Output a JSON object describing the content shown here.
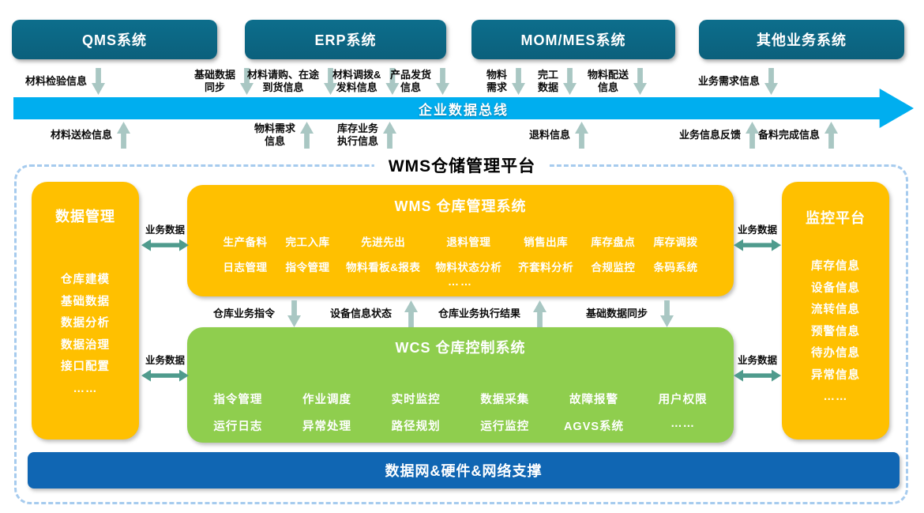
{
  "colors": {
    "teal": "#0D6E8C",
    "teal_dark": "#0B607C",
    "bus_blue": "#00AEEF",
    "orange": "#FFC000",
    "green": "#8FCE4E",
    "navy": "#1066B3",
    "arrow_light": "#A9C7C3",
    "arrow_dark": "#4F9B8D",
    "dash_blue": "#A6CBEE"
  },
  "top_systems": [
    "QMS系统",
    "ERP系统",
    "MOM/MES系统",
    "其他业务系统"
  ],
  "bus": {
    "label": "企业数据总线"
  },
  "bus_inputs": [
    "材料检验信息",
    "基础数据\n同步",
    "材料请购、在途\n到货信息",
    "材料调拨&\n发料信息",
    "产品发货\n信息",
    "物料\n需求",
    "完工\n数据",
    "物料配送\n信息",
    "业务需求信息"
  ],
  "bus_outputs": [
    "材料送检信息",
    "物料需求\n信息",
    "库存业务\n执行信息",
    "退料信息",
    "业务信息反馈",
    "备料完成信息"
  ],
  "platform": {
    "title": "WMS仓储管理平台"
  },
  "data_mgmt": {
    "title": "数据管理",
    "items": [
      "仓库建模",
      "基础数据",
      "数据分析",
      "数据治理",
      "接口配置",
      "……"
    ]
  },
  "wms": {
    "title": "WMS 仓库管理系统",
    "row1": [
      "生产备料",
      "完工入库",
      "先进先出",
      "退料管理",
      "销售出库",
      "库存盘点",
      "库存调拨"
    ],
    "row2": [
      "日志管理",
      "指令管理",
      "物料看板&报表",
      "物料状态分析",
      "齐套料分析",
      "合规监控",
      "条码系统"
    ],
    "ellipsis": "……"
  },
  "wms_wcs_links": [
    {
      "text": "仓库业务指令",
      "dir": "down"
    },
    {
      "text": "设备信息状态",
      "dir": "up"
    },
    {
      "text": "仓库业务执行结果",
      "dir": "up"
    },
    {
      "text": "基础数据同步",
      "dir": "down"
    }
  ],
  "wcs": {
    "title": "WCS 仓库控制系统",
    "row1": [
      "指令管理",
      "作业调度",
      "实时监控",
      "数据采集",
      "故障报警",
      "用户权限"
    ],
    "row2": [
      "运行日志",
      "异常处理",
      "路径规划",
      "运行监控",
      "AGVS系统",
      "……"
    ]
  },
  "monitor": {
    "title": "监控平台",
    "items": [
      "库存信息",
      "设备信息",
      "流转信息",
      "预警信息",
      "待办信息",
      "异常信息",
      "……"
    ]
  },
  "biz_links": [
    "业务数据",
    "业务数据",
    "业务数据",
    "业务数据"
  ],
  "foundation": {
    "label": "数据网&硬件&网络支撑"
  }
}
